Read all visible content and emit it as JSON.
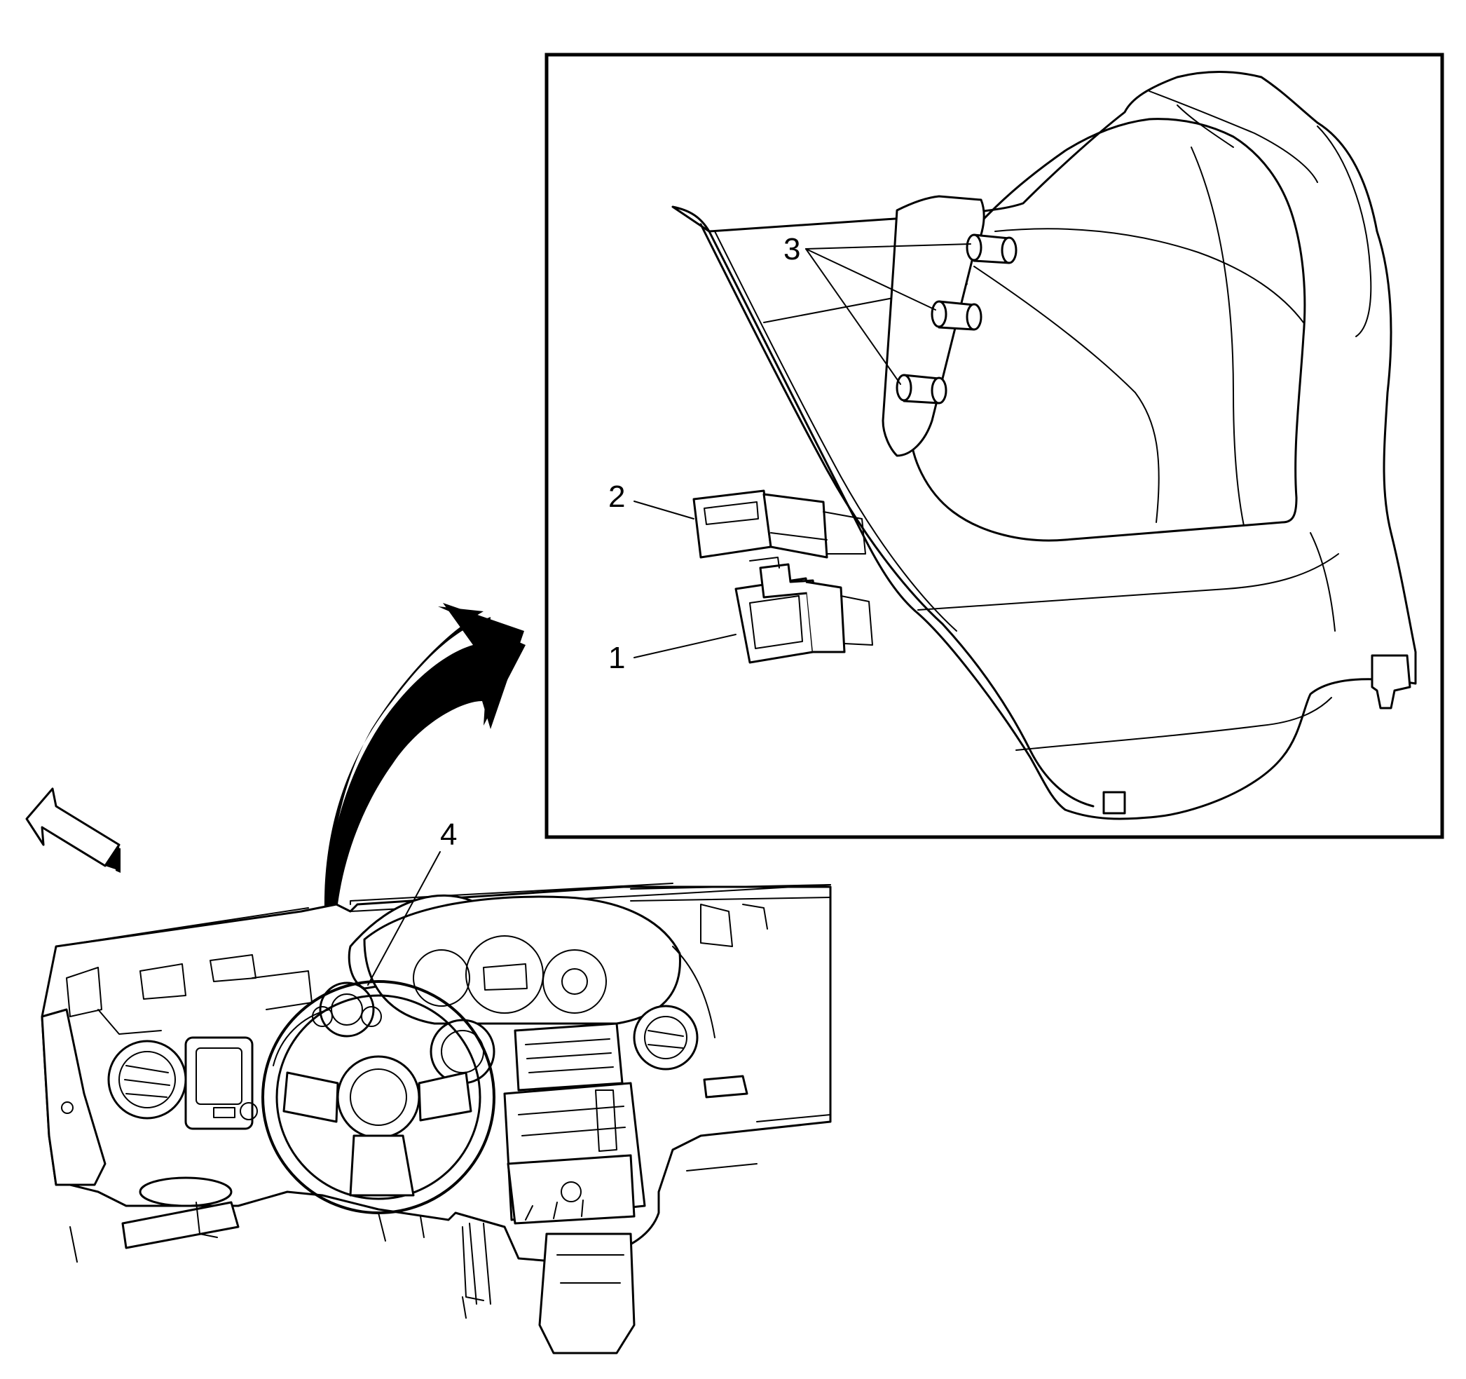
{
  "callouts": {
    "c1": "1",
    "c2": "2",
    "c3": "3",
    "c4": "4"
  },
  "parts": {
    "inset_view": "instrument-cluster-trim-detail",
    "dashboard": "instrument-panel-assembly",
    "direction_arrow": "front-of-vehicle-arrow"
  }
}
